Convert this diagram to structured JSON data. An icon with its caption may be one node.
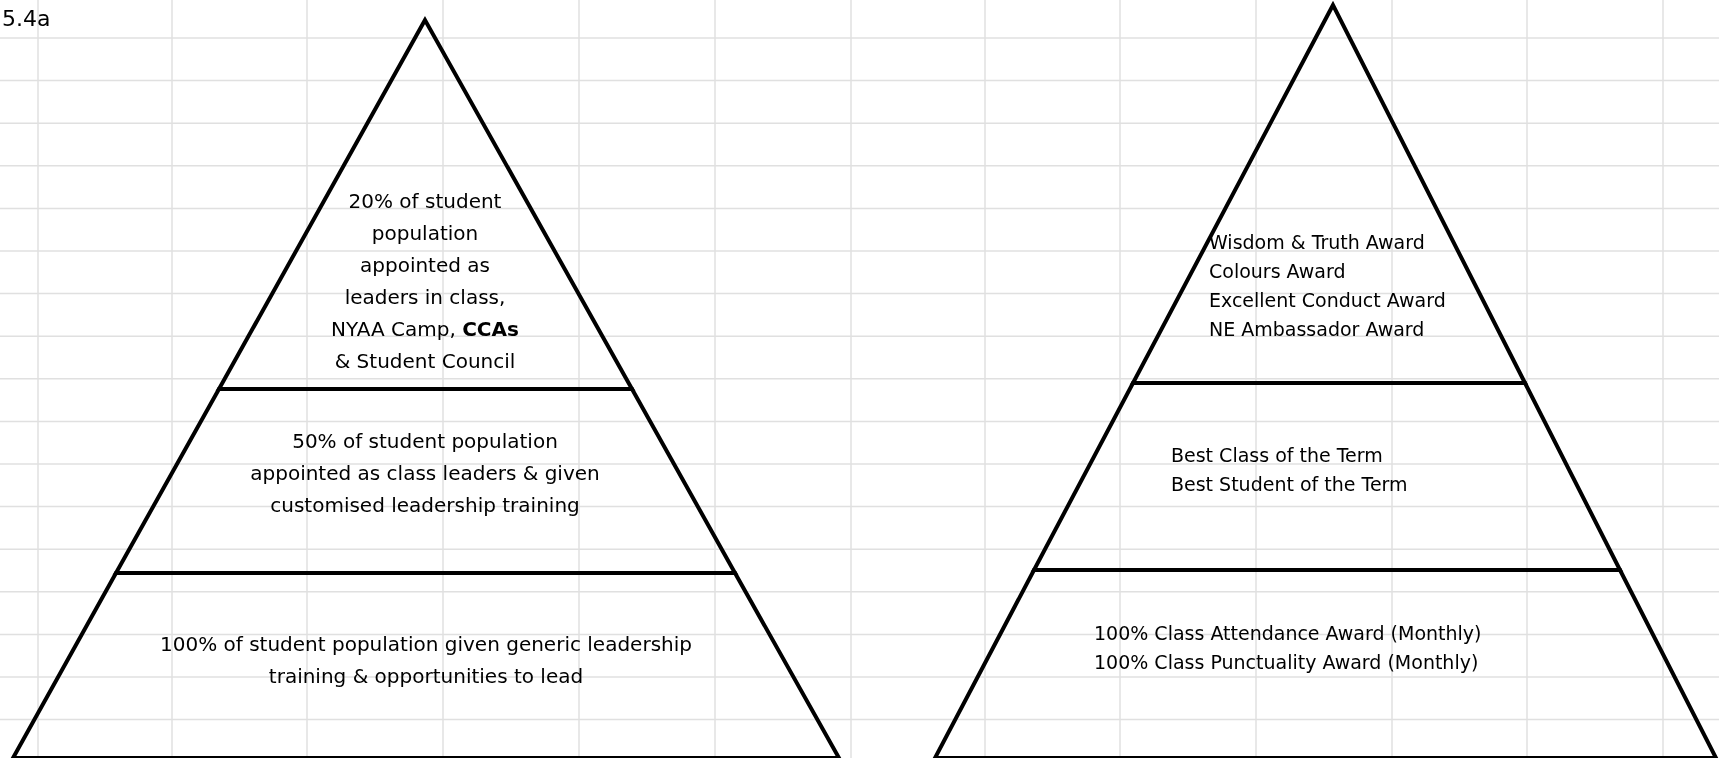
{
  "diagram": {
    "nodes": [
      {
        "text": [
          "20% of student population appointed as leaders in class, NYAA Camp, **CCAs** & Student Council"
        ]
      },
      {
        "text": [
          "50% of student population appointed as class leaders & given customised leadership training"
        ]
      },
      {
        "text": [
          "100% of student population given generic leadership training & opportunities to lead"
        ]
      },
      {
        "text": [
          "Wisdom & Truth Award",
          "Colours Award",
          "Excellent Conduct Award",
          "NE Ambassador Award"
        ]
      },
      {
        "text": [
          "Best Class of the Term",
          "Best Student of the Term"
        ]
      },
      {
        "text": [
          "100% Class Attendance Award (Monthly)",
          "100% Class Punctuality Award (Monthly)"
        ]
      }
    ],
    "labels": [
      "5.4a"
    ]
  }
}
